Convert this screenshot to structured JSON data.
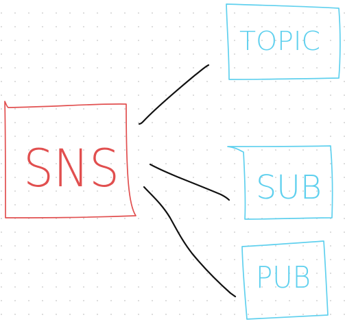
{
  "colors": {
    "sns": "#e14f4f",
    "children": "#5fd0ee",
    "connector": "#111111",
    "dots": "#d4d4d4"
  },
  "nodes": {
    "sns": {
      "label": "SNS"
    },
    "topic": {
      "label": "TOPIC"
    },
    "sub": {
      "label": "SUB"
    },
    "pub": {
      "label": "PUB"
    }
  },
  "edges": [
    {
      "from": "SNS",
      "to": "TOPIC"
    },
    {
      "from": "SNS",
      "to": "SUB"
    },
    {
      "from": "SNS",
      "to": "PUB"
    }
  ]
}
